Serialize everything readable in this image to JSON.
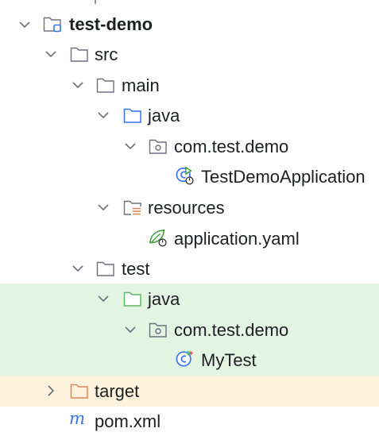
{
  "project_tree": {
    "nodes": [
      {
        "label": "test-demo",
        "state": "expanded",
        "icon": "project-module-icon"
      },
      {
        "label": "src",
        "state": "expanded",
        "icon": "folder-icon"
      },
      {
        "label": "main",
        "state": "expanded",
        "icon": "folder-icon"
      },
      {
        "label": "java",
        "state": "expanded",
        "icon": "source-root-folder-icon"
      },
      {
        "label": "com.test.demo",
        "state": "expanded",
        "icon": "package-icon"
      },
      {
        "label": "TestDemoApplication",
        "state": "leaf",
        "icon": "spring-boot-class-icon"
      },
      {
        "label": "resources",
        "state": "expanded",
        "icon": "resources-root-folder-icon"
      },
      {
        "label": "application.yaml",
        "state": "leaf",
        "icon": "spring-config-file-icon"
      },
      {
        "label": "test",
        "state": "expanded",
        "icon": "folder-icon"
      },
      {
        "label": "java",
        "state": "expanded",
        "icon": "test-source-root-folder-icon"
      },
      {
        "label": "com.test.demo",
        "state": "expanded",
        "icon": "package-icon"
      },
      {
        "label": "MyTest",
        "state": "leaf",
        "icon": "test-class-icon"
      },
      {
        "label": "target",
        "state": "collapsed",
        "icon": "excluded-folder-icon"
      },
      {
        "label": "pom.xml",
        "state": "leaf",
        "icon": "maven-file-icon"
      }
    ]
  },
  "colors": {
    "test_source_highlight": "#e4f4e3",
    "excluded_highlight": "#fdf3dc",
    "source_folder_blue": "#3574f0",
    "test_folder_green": "#5fb865",
    "excluded_folder_orange": "#e08855",
    "spring_green": "#3a9a3a",
    "maven_blue": "#3574f0"
  }
}
